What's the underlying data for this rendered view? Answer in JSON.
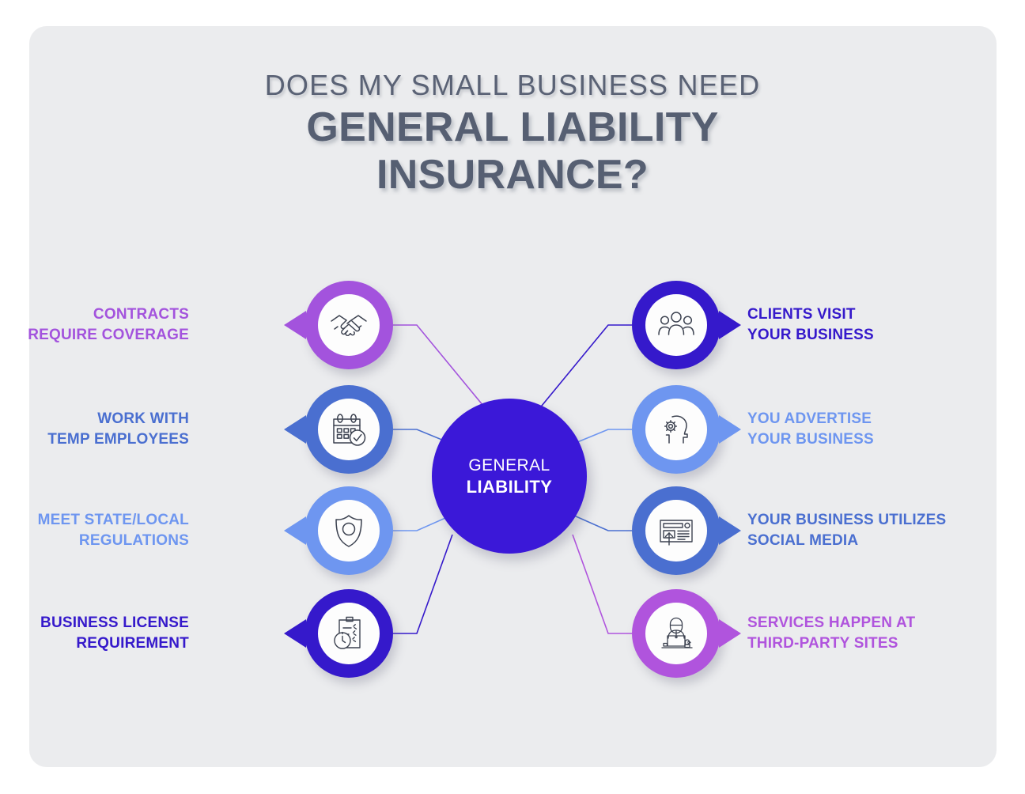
{
  "panel": {
    "background": "#ebecee",
    "page_background": "#ffffff"
  },
  "title": {
    "top_line": "DOES MY SMALL BUSINESS NEED",
    "main_line1": "GENERAL LIABILITY",
    "main_line2": "INSURANCE?",
    "top_color": "#5a6275",
    "main_color": "#565f72"
  },
  "hub": {
    "line1": "GENERAL",
    "line2": "LIABILITY",
    "color": "#3b18d8",
    "text_color": "#ffffff"
  },
  "nodes_left": [
    {
      "id": "contracts-require-coverage",
      "label_line1": "CONTRACTS",
      "label_line2": "REQUIRE COVERAGE",
      "color": "#a353dd",
      "icon": "handshake-icon"
    },
    {
      "id": "work-with-temp-employees",
      "label_line1": "WORK WITH",
      "label_line2": "TEMP EMPLOYEES",
      "color": "#4a6fd0",
      "icon": "calendar-check-icon"
    },
    {
      "id": "meet-state-local-regulations",
      "label_line1": "MEET STATE/LOCAL",
      "label_line2": "REGULATIONS",
      "color": "#6e96f0",
      "icon": "shield-icon"
    },
    {
      "id": "business-license-requirement",
      "label_line1": "BUSINESS LICENSE",
      "label_line2": "REQUIREMENT",
      "color": "#3519cb",
      "icon": "clipboard-clock-icon"
    }
  ],
  "nodes_right": [
    {
      "id": "clients-visit-your-business",
      "label_line1": "CLIENTS VISIT",
      "label_line2": "YOUR BUSINESS",
      "color": "#3519cb",
      "icon": "people-group-icon"
    },
    {
      "id": "you-advertise-your-business",
      "label_line1": "YOU ADVERTISE",
      "label_line2": "YOUR BUSINESS",
      "color": "#6e96f0",
      "icon": "head-gear-icon"
    },
    {
      "id": "your-business-utilizes-social-media",
      "label_line1": "YOUR BUSINESS UTILIZES",
      "label_line2": "SOCIAL MEDIA",
      "color": "#4a6fd0",
      "icon": "post-upload-icon"
    },
    {
      "id": "services-happen-at-third-party-sites",
      "label_line1": "SERVICES HAPPEN AT",
      "label_line2": "THIRD-PARTY SITES",
      "color": "#b054dd",
      "icon": "person-at-desk-icon"
    }
  ]
}
